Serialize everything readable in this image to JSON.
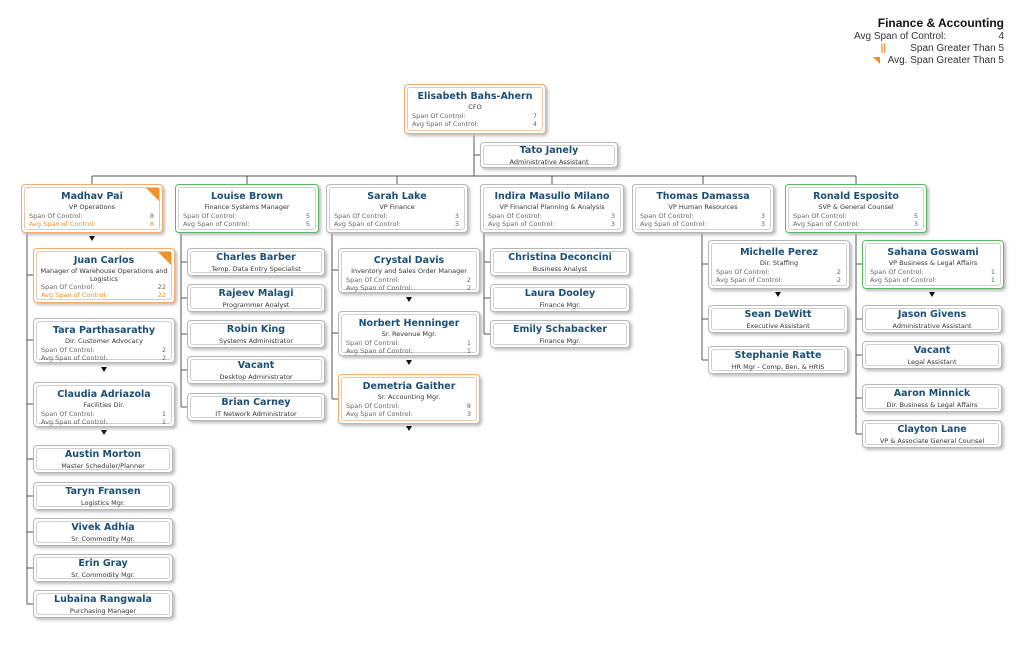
{
  "legend": {
    "title": "Finance & Accounting",
    "avg_label": "Avg Span of Control:",
    "avg_value": "4",
    "greater_label": "Span Greater Than 5",
    "avg_greater_label": "Avg. Span Greater Than 5",
    "accent_color": "#f0932b",
    "bars_glyph": "||"
  },
  "labels": {
    "span": "Span Of Control:",
    "avg": "Avg Span of Control:"
  },
  "nodes": [
    {
      "id": "elisabeth",
      "name": "Elisabeth Bahs-Ahern",
      "title": "CFO",
      "span": "7",
      "avg": "4",
      "border": "orange"
    },
    {
      "id": "tato",
      "name": "Tato Janely",
      "title": "Administrative Assistant"
    },
    {
      "id": "madhav",
      "name": "Madhav Pai",
      "title": "VP Operations",
      "span": "8",
      "avg": "8",
      "border": "orange",
      "avg_hi": true,
      "flag": true
    },
    {
      "id": "louise",
      "name": "Louise Brown",
      "title": "Finance Systems Manager",
      "span": "5",
      "avg": "5",
      "border": "green"
    },
    {
      "id": "sarah",
      "name": "Sarah Lake",
      "title": "VP Finance",
      "span": "3",
      "avg": "3"
    },
    {
      "id": "indira",
      "name": "Indira Masullo Milano",
      "title": "VP Financial Planning & Analysis",
      "span": "3",
      "avg": "3"
    },
    {
      "id": "thomas",
      "name": "Thomas Damassa",
      "title": "VP Human Resources",
      "span": "3",
      "avg": "3"
    },
    {
      "id": "ronald",
      "name": "Ronald Esposito",
      "title": "SVP & General Counsel",
      "span": "5",
      "avg": "3",
      "border": "green"
    },
    {
      "id": "juan",
      "name": "Juan Carlos",
      "title": "Manager of Warehouse Operations and Logistics",
      "span": "22",
      "avg": "22",
      "border": "orange",
      "avg_hi": true,
      "flag": true
    },
    {
      "id": "tara",
      "name": "Tara Parthasarathy",
      "title": "Dir. Customer Advocacy",
      "span": "2",
      "avg": "2"
    },
    {
      "id": "claudia",
      "name": "Claudia Adriazola",
      "title": "Facilities Dir.",
      "span": "1",
      "avg": "1"
    },
    {
      "id": "austin",
      "name": "Austin Morton",
      "title": "Master Scheduler/Planner"
    },
    {
      "id": "taryn",
      "name": "Taryn Fransen",
      "title": "Logistics Mgr."
    },
    {
      "id": "vivek",
      "name": "Vivek Adhia",
      "title": "Sr. Commodity Mgr."
    },
    {
      "id": "erin",
      "name": "Erin Gray",
      "title": "Sr. Commodity Mgr."
    },
    {
      "id": "lubaina",
      "name": "Lubaina Rangwala",
      "title": "Purchasing Manager"
    },
    {
      "id": "charles",
      "name": "Charles Barber",
      "title": "Temp. Data Entry Specialist"
    },
    {
      "id": "rajeev",
      "name": "Rajeev Malagi",
      "title": "Programmer Analyst"
    },
    {
      "id": "robin",
      "name": "Robin King",
      "title": "Systems Administrator"
    },
    {
      "id": "vacant1",
      "name": "Vacant",
      "title": "Desktop Administrator"
    },
    {
      "id": "brian",
      "name": "Brian Carney",
      "title": "IT Network Administrator"
    },
    {
      "id": "crystal",
      "name": "Crystal Davis",
      "title": "Inventory and Sales Order Manager",
      "span": "2",
      "avg": "2"
    },
    {
      "id": "norbert",
      "name": "Norbert Henninger",
      "title": "Sr. Revenue Mgr.",
      "span": "1",
      "avg": "1"
    },
    {
      "id": "demetria",
      "name": "Demetria Gaither",
      "title": "Sr. Accounting Mgr.",
      "span": "8",
      "avg": "3",
      "border": "orange"
    },
    {
      "id": "christina",
      "name": "Christina Deconcini",
      "title": "Business Analyst"
    },
    {
      "id": "laura",
      "name": "Laura Dooley",
      "title": "Finance Mgr."
    },
    {
      "id": "emily",
      "name": "Emily Schabacker",
      "title": "Finance Mgr."
    },
    {
      "id": "michelle",
      "name": "Michelle Perez",
      "title": "Dir. Staffing",
      "span": "2",
      "avg": "2"
    },
    {
      "id": "sean",
      "name": "Sean DeWitt",
      "title": "Executive Assistant"
    },
    {
      "id": "stephanie",
      "name": "Stephanie Ratte",
      "title": "HR Mgr - Comp, Ben, & HRIS"
    },
    {
      "id": "sahana",
      "name": "Sahana Goswami",
      "title": "VP Business & Legal Affairs",
      "span": "1",
      "avg": "1",
      "border": "green"
    },
    {
      "id": "jason",
      "name": "Jason Givens",
      "title": "Administrative Assistant"
    },
    {
      "id": "vacant2",
      "name": "Vacant",
      "title": "Legal Assistant"
    },
    {
      "id": "aaron",
      "name": "Aaron Minnick",
      "title": "Dir. Business & Legal Affairs"
    },
    {
      "id": "clayton",
      "name": "Clayton Lane",
      "title": "VP & Associate General Counsel"
    }
  ]
}
